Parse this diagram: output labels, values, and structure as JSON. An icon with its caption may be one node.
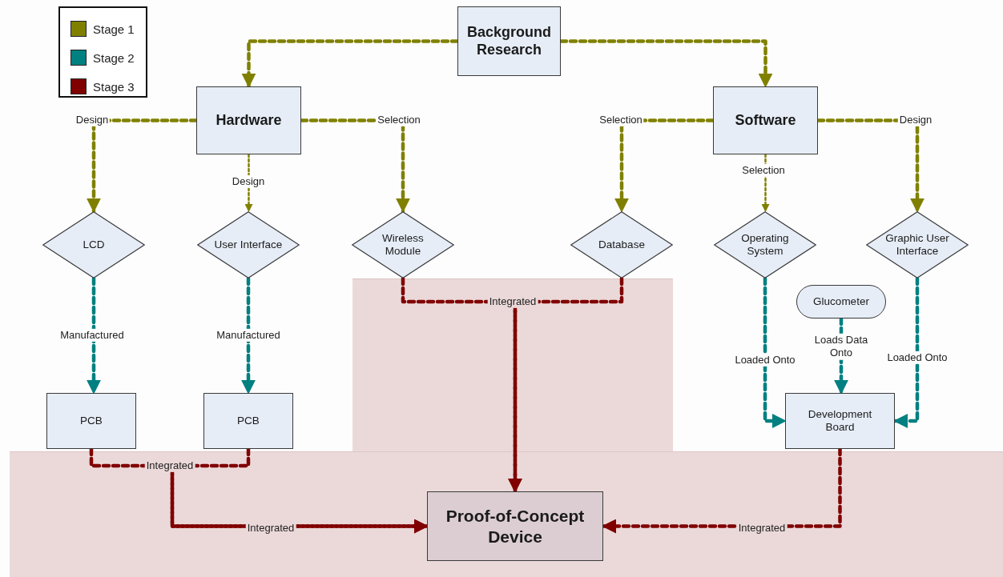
{
  "diagram": {
    "nodes": [
      {
        "text": [
          "Background Research"
        ]
      },
      {
        "text": [
          "Hardware"
        ]
      },
      {
        "text": [
          "Software"
        ]
      },
      {
        "text": [
          "LCD"
        ]
      },
      {
        "text": [
          "User Interface"
        ]
      },
      {
        "text": [
          "Wireless Module"
        ]
      },
      {
        "text": [
          "Database"
        ]
      },
      {
        "text": [
          "Operating System"
        ]
      },
      {
        "text": [
          "Graphic User Interface"
        ]
      },
      {
        "text": [
          "Glucometer"
        ]
      },
      {
        "text": [
          "PCB"
        ]
      },
      {
        "text": [
          "PCB"
        ]
      },
      {
        "text": [
          "Development Board"
        ]
      },
      {
        "text": [
          "Proof-of-Concept Device"
        ]
      }
    ],
    "edges": [
      {
        "from": 0,
        "to": 1,
        "arrow": "to",
        "style": "dashed"
      },
      {
        "from": 0,
        "to": 2,
        "arrow": "to",
        "style": "dashed"
      },
      {
        "from": 1,
        "to": 3,
        "arrow": "to",
        "style": "dashed",
        "label": "Design"
      },
      {
        "from": 1,
        "to": 4,
        "arrow": "to",
        "style": "dashed",
        "label": "Design"
      },
      {
        "from": 1,
        "to": 5,
        "arrow": "to",
        "style": "dashed",
        "label": "Selection"
      },
      {
        "from": 2,
        "to": 6,
        "arrow": "to",
        "style": "dashed",
        "label": "Selection"
      },
      {
        "from": 2,
        "to": 7,
        "arrow": "to",
        "style": "dashed",
        "label": "Selection"
      },
      {
        "from": 2,
        "to": 8,
        "arrow": "to",
        "style": "dashed",
        "label": "Design"
      },
      {
        "from": 3,
        "to": 10,
        "arrow": "to",
        "style": "dashed",
        "color": "#008080",
        "label": "Manufactured"
      },
      {
        "from": 4,
        "to": 11,
        "arrow": "to",
        "style": "dashed",
        "color": "#008080",
        "label": "Manufactured"
      },
      {
        "from": 7,
        "to": 12,
        "arrow": "to",
        "style": "dashed",
        "color": "#008080",
        "label": "Loaded Onto"
      },
      {
        "from": 9,
        "to": 12,
        "arrow": "to",
        "style": "dashed",
        "color": "#008080",
        "label": "Loads Data Onto"
      },
      {
        "from": 8,
        "to": 12,
        "arrow": "to",
        "style": "dashed",
        "color": "#008080",
        "label": "Loaded Onto"
      },
      {
        "from": 5,
        "to": 13,
        "arrow": "to",
        "style": "dashed",
        "color": "#800000",
        "label": "Integrated"
      },
      {
        "from": 6,
        "to": 13,
        "arrow": "to",
        "style": "dashed",
        "color": "#800000"
      },
      {
        "from": 10,
        "to": 13,
        "arrow": "to",
        "style": "dashed",
        "color": "#800000",
        "label": "Integrated"
      },
      {
        "from": 11,
        "to": 13,
        "arrow": "to",
        "style": "dashed",
        "color": "#800000",
        "label": "Integrated"
      },
      {
        "from": 12,
        "to": 13,
        "arrow": "to",
        "style": "dashed",
        "color": "#800000",
        "label": "Integrated"
      }
    ],
    "legend": [
      {
        "text": "Stage 1",
        "color": "#808000"
      },
      {
        "text": "Stage 2",
        "color": "#008080"
      },
      {
        "text": "Stage 3",
        "color": "#800000"
      }
    ]
  }
}
